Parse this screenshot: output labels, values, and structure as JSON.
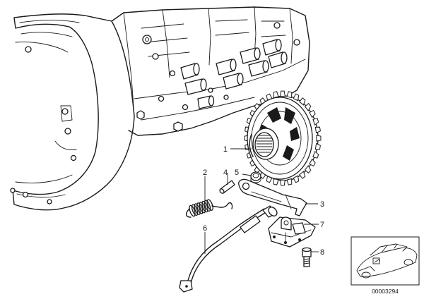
{
  "callouts": [
    {
      "id": "1",
      "label": "1"
    },
    {
      "id": "2",
      "label": "2"
    },
    {
      "id": "3",
      "label": "3"
    },
    {
      "id": "4",
      "label": "4"
    },
    {
      "id": "5",
      "label": "5"
    },
    {
      "id": "6",
      "label": "6"
    },
    {
      "id": "7",
      "label": "7"
    },
    {
      "id": "8",
      "label": "8"
    }
  ],
  "diagram_number": "00003294",
  "colors": {
    "line": "#1a1a1a",
    "background": "#ffffff"
  }
}
